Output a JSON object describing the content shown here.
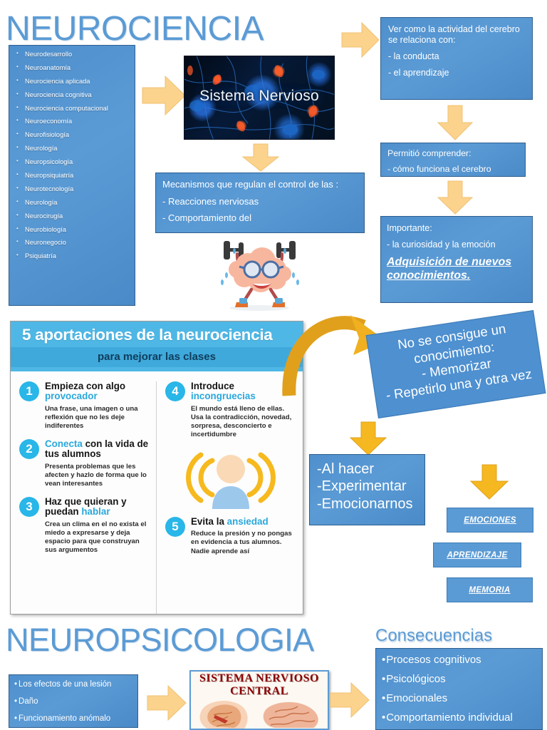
{
  "titles": {
    "neurociencia": "NEUROCIENCIA",
    "neuropsicologia": "NEUROPSICOLOGIA",
    "consecuencias": "Consecuencias"
  },
  "disciplines_list": [
    "Neurodesarrollo",
    "Neuroanatomía",
    "Neurociencia aplicada",
    "Neurociencia cognitiva",
    "Neurociencia computacional",
    "Neuroeconomía",
    "Neurofisiología",
    "Neurología",
    "Neuropsicología",
    "Neuropsiquiatría",
    "Neurotecnología",
    "Neurología",
    "Neurocirugía",
    "Neurobiología",
    "Neuronegocio",
    "Psiquiatría"
  ],
  "sistema_nervioso_image": {
    "caption": "Sistema Nervioso"
  },
  "box_ver": {
    "line1": "Ver como la actividad del cerebro se relaciona con:",
    "line2": "- la conducta",
    "line3": "- el aprendizaje"
  },
  "box_permitio": {
    "line1": "Permitió comprender:",
    "line2": "- cómo funciona el cerebro"
  },
  "box_importante": {
    "line1": "Importante:",
    "line2": "- la curiosidad y la emoción",
    "emphasis": "Adquisición de nuevos conocimientos."
  },
  "box_mecanismos": {
    "line1": "Mecanismos que regulan el control de las :",
    "line2": "- Reacciones nerviosas",
    "line3": "- Comportamiento del"
  },
  "infographic": {
    "title": "5 aportaciones de la neurociencia",
    "subtitle": "para mejorar las clases",
    "tips": [
      {
        "number": "1",
        "heading_plain": "Empieza con algo ",
        "heading_highlight": "provocador",
        "body": "Una frase, una imagen o una reflexión que no les deje indiferentes"
      },
      {
        "number": "2",
        "heading_plain": " con la vida de tus alumnos",
        "heading_highlight": "Conecta",
        "body": "Presenta problemas que les afecten y hazlo de forma que lo vean interesantes"
      },
      {
        "number": "3",
        "heading_plain": "Haz que quieran y puedan ",
        "heading_highlight": "hablar",
        "body": "Crea un clima en el no exista el miedo a expresarse y deja espacio para que construyan sus argumentos"
      },
      {
        "number": "4",
        "heading_plain": "Introduce ",
        "heading_highlight": "incongruecias",
        "body": "El mundo está lleno de ellas. Usa la contradicción, novedad, sorpresa, desconcierto e incertidumbre"
      },
      {
        "number": "5",
        "heading_plain": "Evita la ",
        "heading_highlight": "ansiedad",
        "body": "Reduce la presión y no pongas en evidencia a tus alumnos. Nadie aprende así"
      }
    ]
  },
  "box_tilted": {
    "line1": "No se consigue un",
    "line2": "conocimiento:",
    "line3": "-  Memorizar",
    "line4": "-  Repetirlo una y otra vez"
  },
  "box_alhacer": {
    "line1": "-Al hacer",
    "line2": "-Experimentar",
    "line3": "-Emocionarnos"
  },
  "mini_boxes": {
    "emociones": "EMOCIONES",
    "aprendizaje": "APRENDIZAJE",
    "memoria": "MEMORIA"
  },
  "box_efectos": {
    "line1": "Los efectos de una lesión",
    "line2": "Daño",
    "line3": "Funcionamiento anómalo"
  },
  "snc_image": {
    "title_line1": "SISTEMA NERVIOSO",
    "title_line2": "CENTRAL"
  },
  "box_consecuencias": {
    "line1": "Procesos cognitivos",
    "line2": "Psicológicos",
    "line3": "Emocionales",
    "line4": "Comportamiento individual"
  },
  "colors": {
    "title_blue": "#5B9BD5",
    "box_blue": "#5B9BD5",
    "box_border": "#2E5F8F",
    "arrow_peach": "#FBD38D",
    "arrow_gold": "#E8A91E",
    "info_header_cyan": "#4EB7E5",
    "info_accent_cyan": "#29B6E8",
    "snc_red": "#8B0000"
  }
}
